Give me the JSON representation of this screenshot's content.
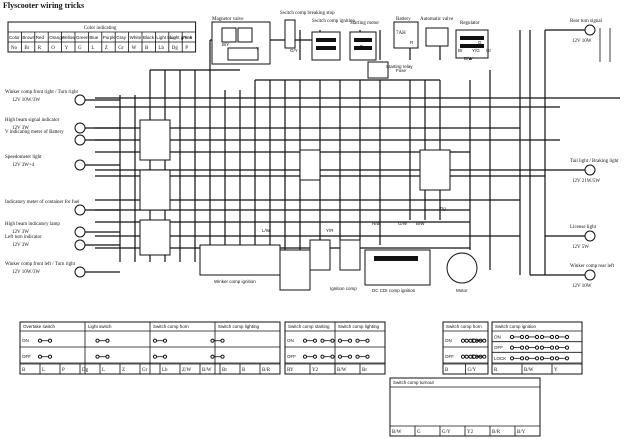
{
  "title": "Flyscooter wiring tricks",
  "color_table": {
    "heading": "Color indicating",
    "names": [
      "Color",
      "Brown",
      "Red",
      "Orange",
      "Yellow",
      "Green",
      "Blue",
      "Purple",
      "Gray",
      "White",
      "Black",
      "Light blue",
      "Light green",
      "Pink"
    ],
    "codes": [
      "No",
      "Br",
      "R",
      "O",
      "Y",
      "G",
      "L",
      "Z",
      "Gr",
      "W",
      "B",
      "Lb",
      "Dg",
      "P"
    ]
  },
  "top_components": [
    "Magnetor valve",
    "Switch comp breaking stop",
    "Switch comp ignition",
    "Starting motor",
    "Battery",
    "Automatic valve",
    "Regulator"
  ],
  "battery_rating": "7AH",
  "starter_relay": "Starting relay",
  "fuse": "Fuse",
  "left_components": [
    {
      "name": "Winker comp front right / Turn right",
      "rating": "12V 10W/3W"
    },
    {
      "name": "High beam signal indicator",
      "rating": "12V 3W"
    },
    {
      "name": "V indicating meter of Battery",
      "rating": ""
    },
    {
      "name": "Speedometer light",
      "rating": "12V 3W+4"
    },
    {
      "name": "Indicatory meter of container for fuel",
      "rating": ""
    },
    {
      "name": "High beam indicatory lamp",
      "rating": "12V 3W"
    },
    {
      "name": "Left turn indicator",
      "rating": "12V 3W"
    },
    {
      "name": "Winker comp front left / Turn right",
      "rating": "12V 10W/3W"
    }
  ],
  "right_components": [
    {
      "name": "Rear turn signal",
      "rating": "12V 10W"
    },
    {
      "name": "Tail light / Braking light",
      "rating": "12V 21W/5W"
    },
    {
      "name": "License light",
      "rating": "12V 5W"
    },
    {
      "name": "Winker comp rear left",
      "rating": "12V 10W"
    }
  ],
  "lower_labels": [
    "Winker comp ignition",
    "Ignition comp",
    "DC CDI comp ignition",
    "Motor"
  ],
  "connector_labels": [
    "B/Y",
    "G/Y",
    "Y",
    "B",
    "R",
    "R/B",
    "G/W",
    "B/W",
    "Y/R",
    "L/W",
    "Br",
    "B/W",
    "Y/G",
    "G",
    "Gr",
    "Dg"
  ],
  "switches": {
    "left_panel": {
      "groups": [
        "Overtake switch",
        "Light switch",
        "Switch comp horn",
        "Switch comp lighting"
      ],
      "rows": [
        "ON",
        "OFF"
      ],
      "wires": [
        "B",
        "L",
        "P",
        "Dg",
        "L",
        "Z",
        "Gr",
        "Lb",
        "Z/W",
        "B/W",
        "Br",
        "B",
        "B/R"
      ]
    },
    "mid_panel": {
      "groups": [
        "Switch comp starting",
        "Switch comp lighting"
      ],
      "wires": [
        "RY",
        "Y2",
        "B/W",
        "Br"
      ]
    },
    "small_panel": {
      "group": "Switch comp horn",
      "rows": [
        "ON",
        "OFF"
      ],
      "wires": [
        "B",
        "G/Y"
      ]
    },
    "right_panel": {
      "group": "Switch comp ignition",
      "rows": [
        "ON",
        "OFF",
        "LOCK"
      ],
      "wires": [
        "R",
        "B/W",
        "Y"
      ]
    },
    "bottom_panel": {
      "group": "Switch comp turnout",
      "wires": [
        "B/W",
        "G",
        "G/Y",
        "Y2",
        "B/R",
        "B/Y"
      ]
    }
  }
}
